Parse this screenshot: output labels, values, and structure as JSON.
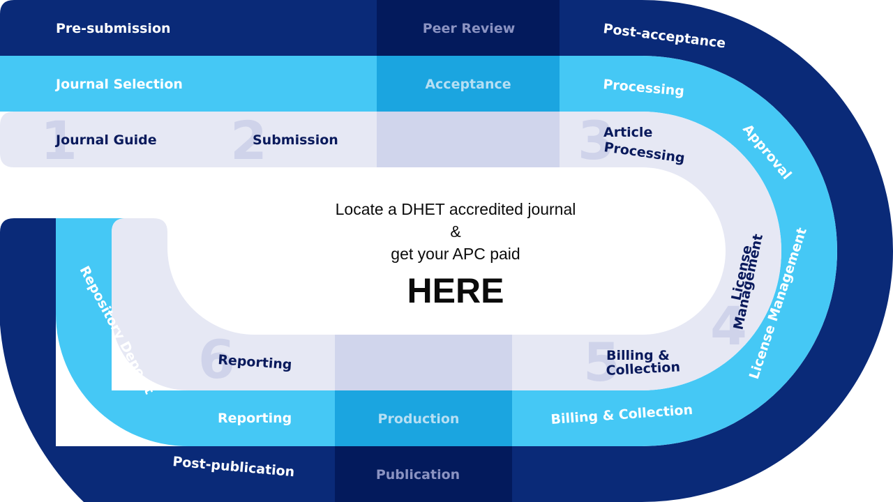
{
  "outer_band": {
    "pre_submission": "Pre-submission",
    "peer_review": "Peer Review",
    "post_acceptance": "Post-acceptance",
    "post_publication": "Post-publication",
    "publication": "Publication"
  },
  "middle_band": {
    "journal_selection": "Journal Selection",
    "acceptance": "Acceptance",
    "processing": "Processing",
    "approval": "Approval",
    "license_management": "License Management",
    "billing_collection": "Billing & Collection",
    "production": "Production",
    "reporting": "Reporting",
    "repository_deposit": "Repository Deposit"
  },
  "stages": [
    {
      "number": "1",
      "label": "Journal Guide"
    },
    {
      "number": "2",
      "label": "Submission"
    },
    {
      "number": "3",
      "label_line1": "Article",
      "label_line2": "Processing"
    },
    {
      "number": "4",
      "label_line1": "License",
      "label_line2": "Management"
    },
    {
      "number": "5",
      "label_line1": "Billing &",
      "label_line2": "Collection"
    },
    {
      "number": "6",
      "label": "Reporting"
    }
  ],
  "center": {
    "line1": "Locate a DHET accredited journal",
    "line2": "&",
    "line3": "get your APC paid",
    "cta": "HERE"
  },
  "colors": {
    "outer": "#0a2a78",
    "outer_dark": "#031a5c",
    "middle": "#45c8f5",
    "middle_dark": "#1ba5e0",
    "inner": "#e6e8f4",
    "inner_dark": "#d0d5ec",
    "stage_text": "#0a1a5c",
    "numbers": "#cfd3ea"
  }
}
